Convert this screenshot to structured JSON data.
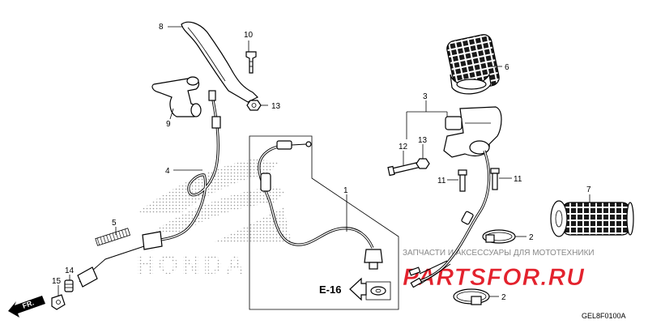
{
  "diagram": {
    "code": "GEL8F0100A",
    "front_indicator": "FR.",
    "reference": "E-16"
  },
  "watermark": {
    "brand": "HONDA",
    "site_caption": "ЗАПЧАСТИ И АКСЕССУАРЫ ДЛЯ МОТОТЕХНИКИ",
    "site_logo": "PARTSFOR.RU"
  },
  "callouts": {
    "c1": "1",
    "c2a": "2",
    "c2b": "2",
    "c3": "3",
    "c4": "4",
    "c5": "5",
    "c6": "6",
    "c7": "7",
    "c8": "8",
    "c9": "9",
    "c10": "10",
    "c11a": "11",
    "c11b": "11",
    "c12": "12",
    "c13a": "13",
    "c13b": "13",
    "c14": "14",
    "c15": "15"
  }
}
